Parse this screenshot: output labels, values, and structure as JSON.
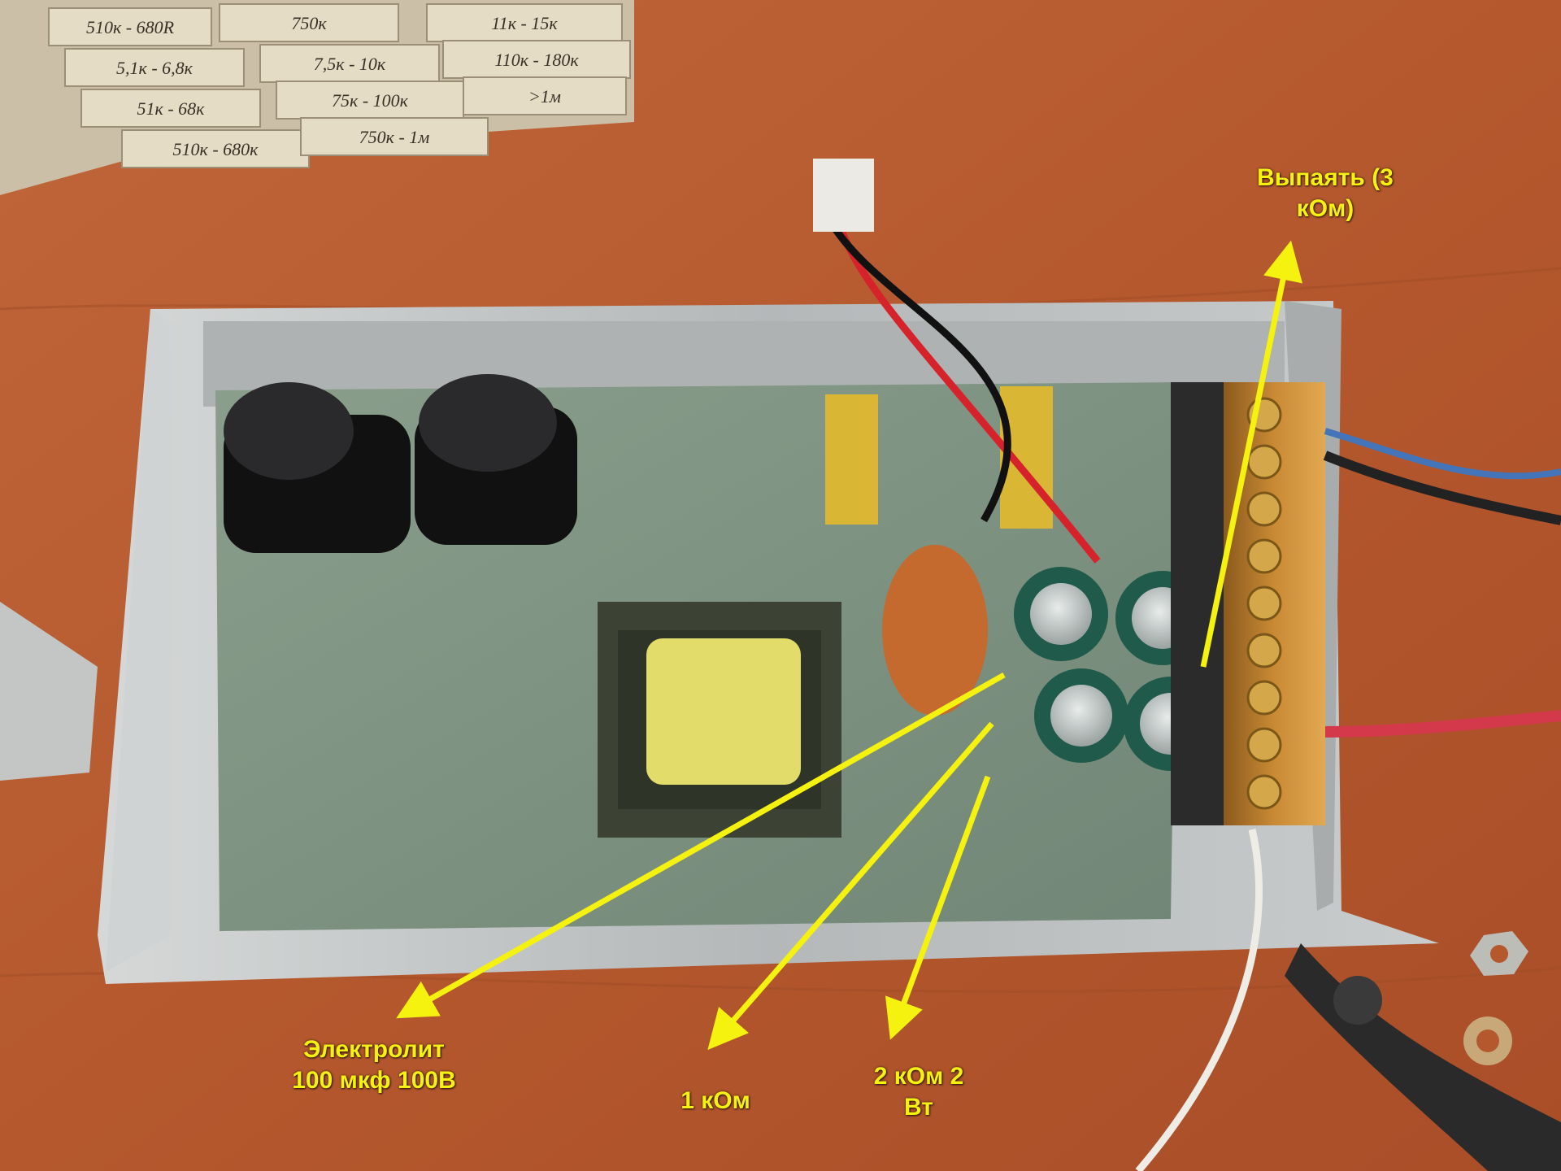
{
  "colors": {
    "table": "#b5582e",
    "chassis": "#b9bcbd",
    "pcb": "#7f9482",
    "annotation": "#f6f20f",
    "capacitor_black": "#1c1c1e",
    "capacitor_green": "#1f5a4a",
    "terminal_block": "#b87a2a",
    "transformer_yellow": "#e2dc6a",
    "x_capacitor_yellow": "#d9b735"
  },
  "resistor_boxes": [
    "510к - 680R",
    "750к",
    "11к - 15к",
    "5,1к - 6,8к",
    "7,5к - 10к",
    "110к - 180к",
    "51к - 68к",
    "75к - 100к",
    ">1м",
    "510к - 680к",
    "750к - 1м"
  ],
  "annotations": [
    {
      "id": "desolder",
      "text": "Выпаять (3\nкОм)"
    },
    {
      "id": "electrolytic",
      "text": "Электролит\n100 мкф 100В"
    },
    {
      "id": "one-kohm",
      "text": "1 кОм"
    },
    {
      "id": "two-kohm",
      "text": "2 кОм 2\nВт"
    }
  ]
}
